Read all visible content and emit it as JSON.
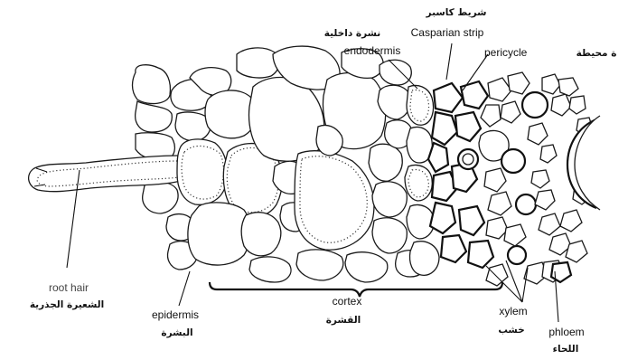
{
  "diagram": {
    "labels": {
      "casparian_strip_ar": "شريط كاسبر",
      "casparian_strip_en": "Casparian strip",
      "endodermis_ar": "نشرة داخلية",
      "endodermis_en": "endodermis",
      "pericycle_en": "pericycle",
      "pericycle_ar": "ة محيطة",
      "root_hair_en": "root hair",
      "root_hair_ar": "الشعيرة الجذرية",
      "epidermis_en": "epidermis",
      "epidermis_ar": "البشرة",
      "cortex_en": "cortex",
      "cortex_ar": "القشرة",
      "xylem_en": "xylem",
      "xylem_ar": "خشب",
      "phloem_en": "phloem",
      "phloem_ar": "اللحاء"
    }
  }
}
